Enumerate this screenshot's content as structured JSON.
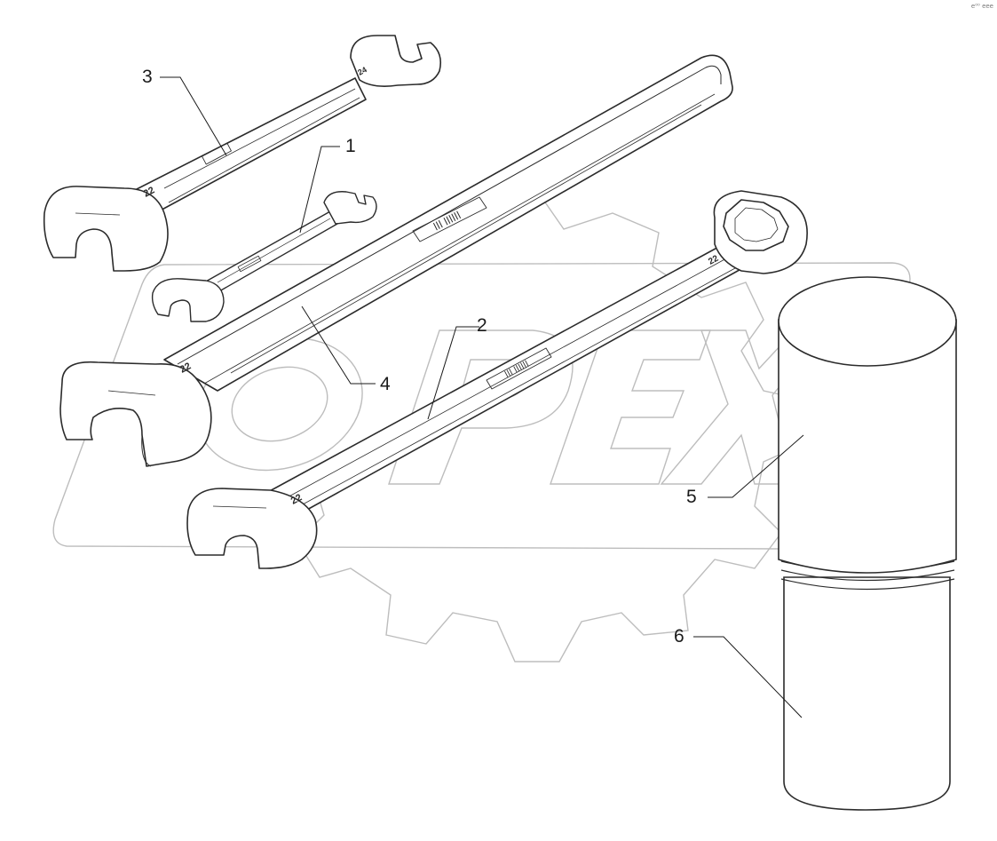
{
  "corner_mark": "e⁰⁰ eee",
  "callouts": {
    "c1": "1",
    "c2": "2",
    "c3": "3",
    "c4": "4",
    "c5": "5",
    "c6": "6"
  },
  "watermark": {
    "letters": "OPEX"
  },
  "wrench_markings": {
    "w3_head_size": "22",
    "w3_far_size": "24",
    "w4_head_size": "22",
    "w2_head_size": "22",
    "w2_ring_size": "22"
  },
  "colors": {
    "line": "#2b2b2b",
    "watermark": "#bdbdbd",
    "paper": "#ffffff"
  }
}
